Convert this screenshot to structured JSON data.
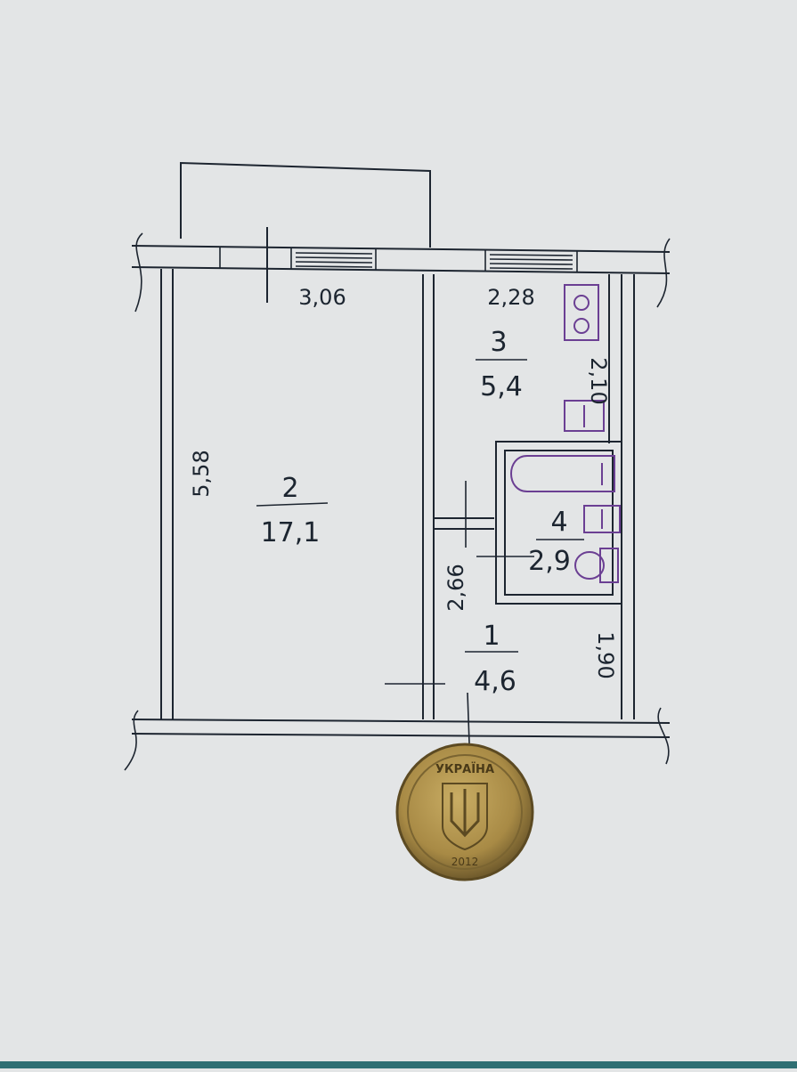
{
  "plan": {
    "dimensions": {
      "room2_width": "3,06",
      "room3_width": "2,28",
      "room2_length": "5,58",
      "kitchen_side": "2,10",
      "hall_side": "2,66",
      "hall_right": "1,90"
    },
    "rooms": [
      {
        "number": "2",
        "area": "17,1"
      },
      {
        "number": "3",
        "area": "5,4"
      },
      {
        "number": "4",
        "area": "2,9"
      },
      {
        "number": "1",
        "area": "4,6"
      }
    ]
  },
  "coin": {
    "inscription": "УКРАЇНА",
    "year": "2012",
    "icon": "trident-emblem-icon"
  },
  "colors": {
    "paper": "#e3e5e6",
    "ink": "#1d2530",
    "fixture_ink": "#6b3f93",
    "coin_gold": "#a88a45",
    "edge": "#2f6f73"
  }
}
